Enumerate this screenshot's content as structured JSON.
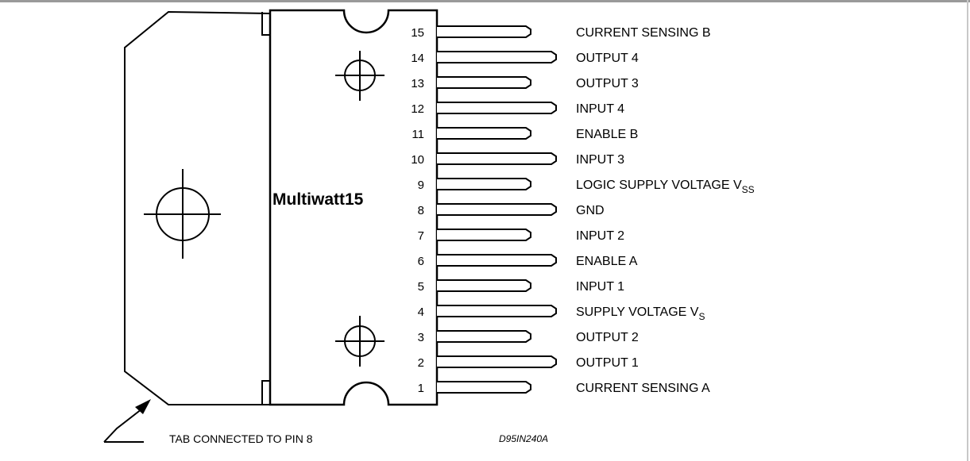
{
  "diagram": {
    "package_name": "Multiwatt15",
    "tab_note": "TAB CONNECTED TO PIN 8",
    "drawing_code": "D95IN240A",
    "pins": [
      {
        "number": "15",
        "label": "CURRENT SENSING B",
        "subscript": ""
      },
      {
        "number": "14",
        "label": "OUTPUT 4",
        "subscript": ""
      },
      {
        "number": "13",
        "label": "OUTPUT 3",
        "subscript": ""
      },
      {
        "number": "12",
        "label": "INPUT 4",
        "subscript": ""
      },
      {
        "number": "11",
        "label": "ENABLE B",
        "subscript": ""
      },
      {
        "number": "10",
        "label": "INPUT 3",
        "subscript": ""
      },
      {
        "number": "9",
        "label": "LOGIC SUPPLY VOLTAGE V",
        "subscript": "SS"
      },
      {
        "number": "8",
        "label": "GND",
        "subscript": ""
      },
      {
        "number": "7",
        "label": "INPUT 2",
        "subscript": ""
      },
      {
        "number": "6",
        "label": "ENABLE A",
        "subscript": ""
      },
      {
        "number": "5",
        "label": "INPUT 1",
        "subscript": ""
      },
      {
        "number": "4",
        "label": "SUPPLY VOLTAGE V",
        "subscript": "S"
      },
      {
        "number": "3",
        "label": "OUTPUT 2",
        "subscript": ""
      },
      {
        "number": "2",
        "label": "OUTPUT 1",
        "subscript": ""
      },
      {
        "number": "1",
        "label": "CURRENT SENSING A",
        "subscript": ""
      }
    ]
  }
}
